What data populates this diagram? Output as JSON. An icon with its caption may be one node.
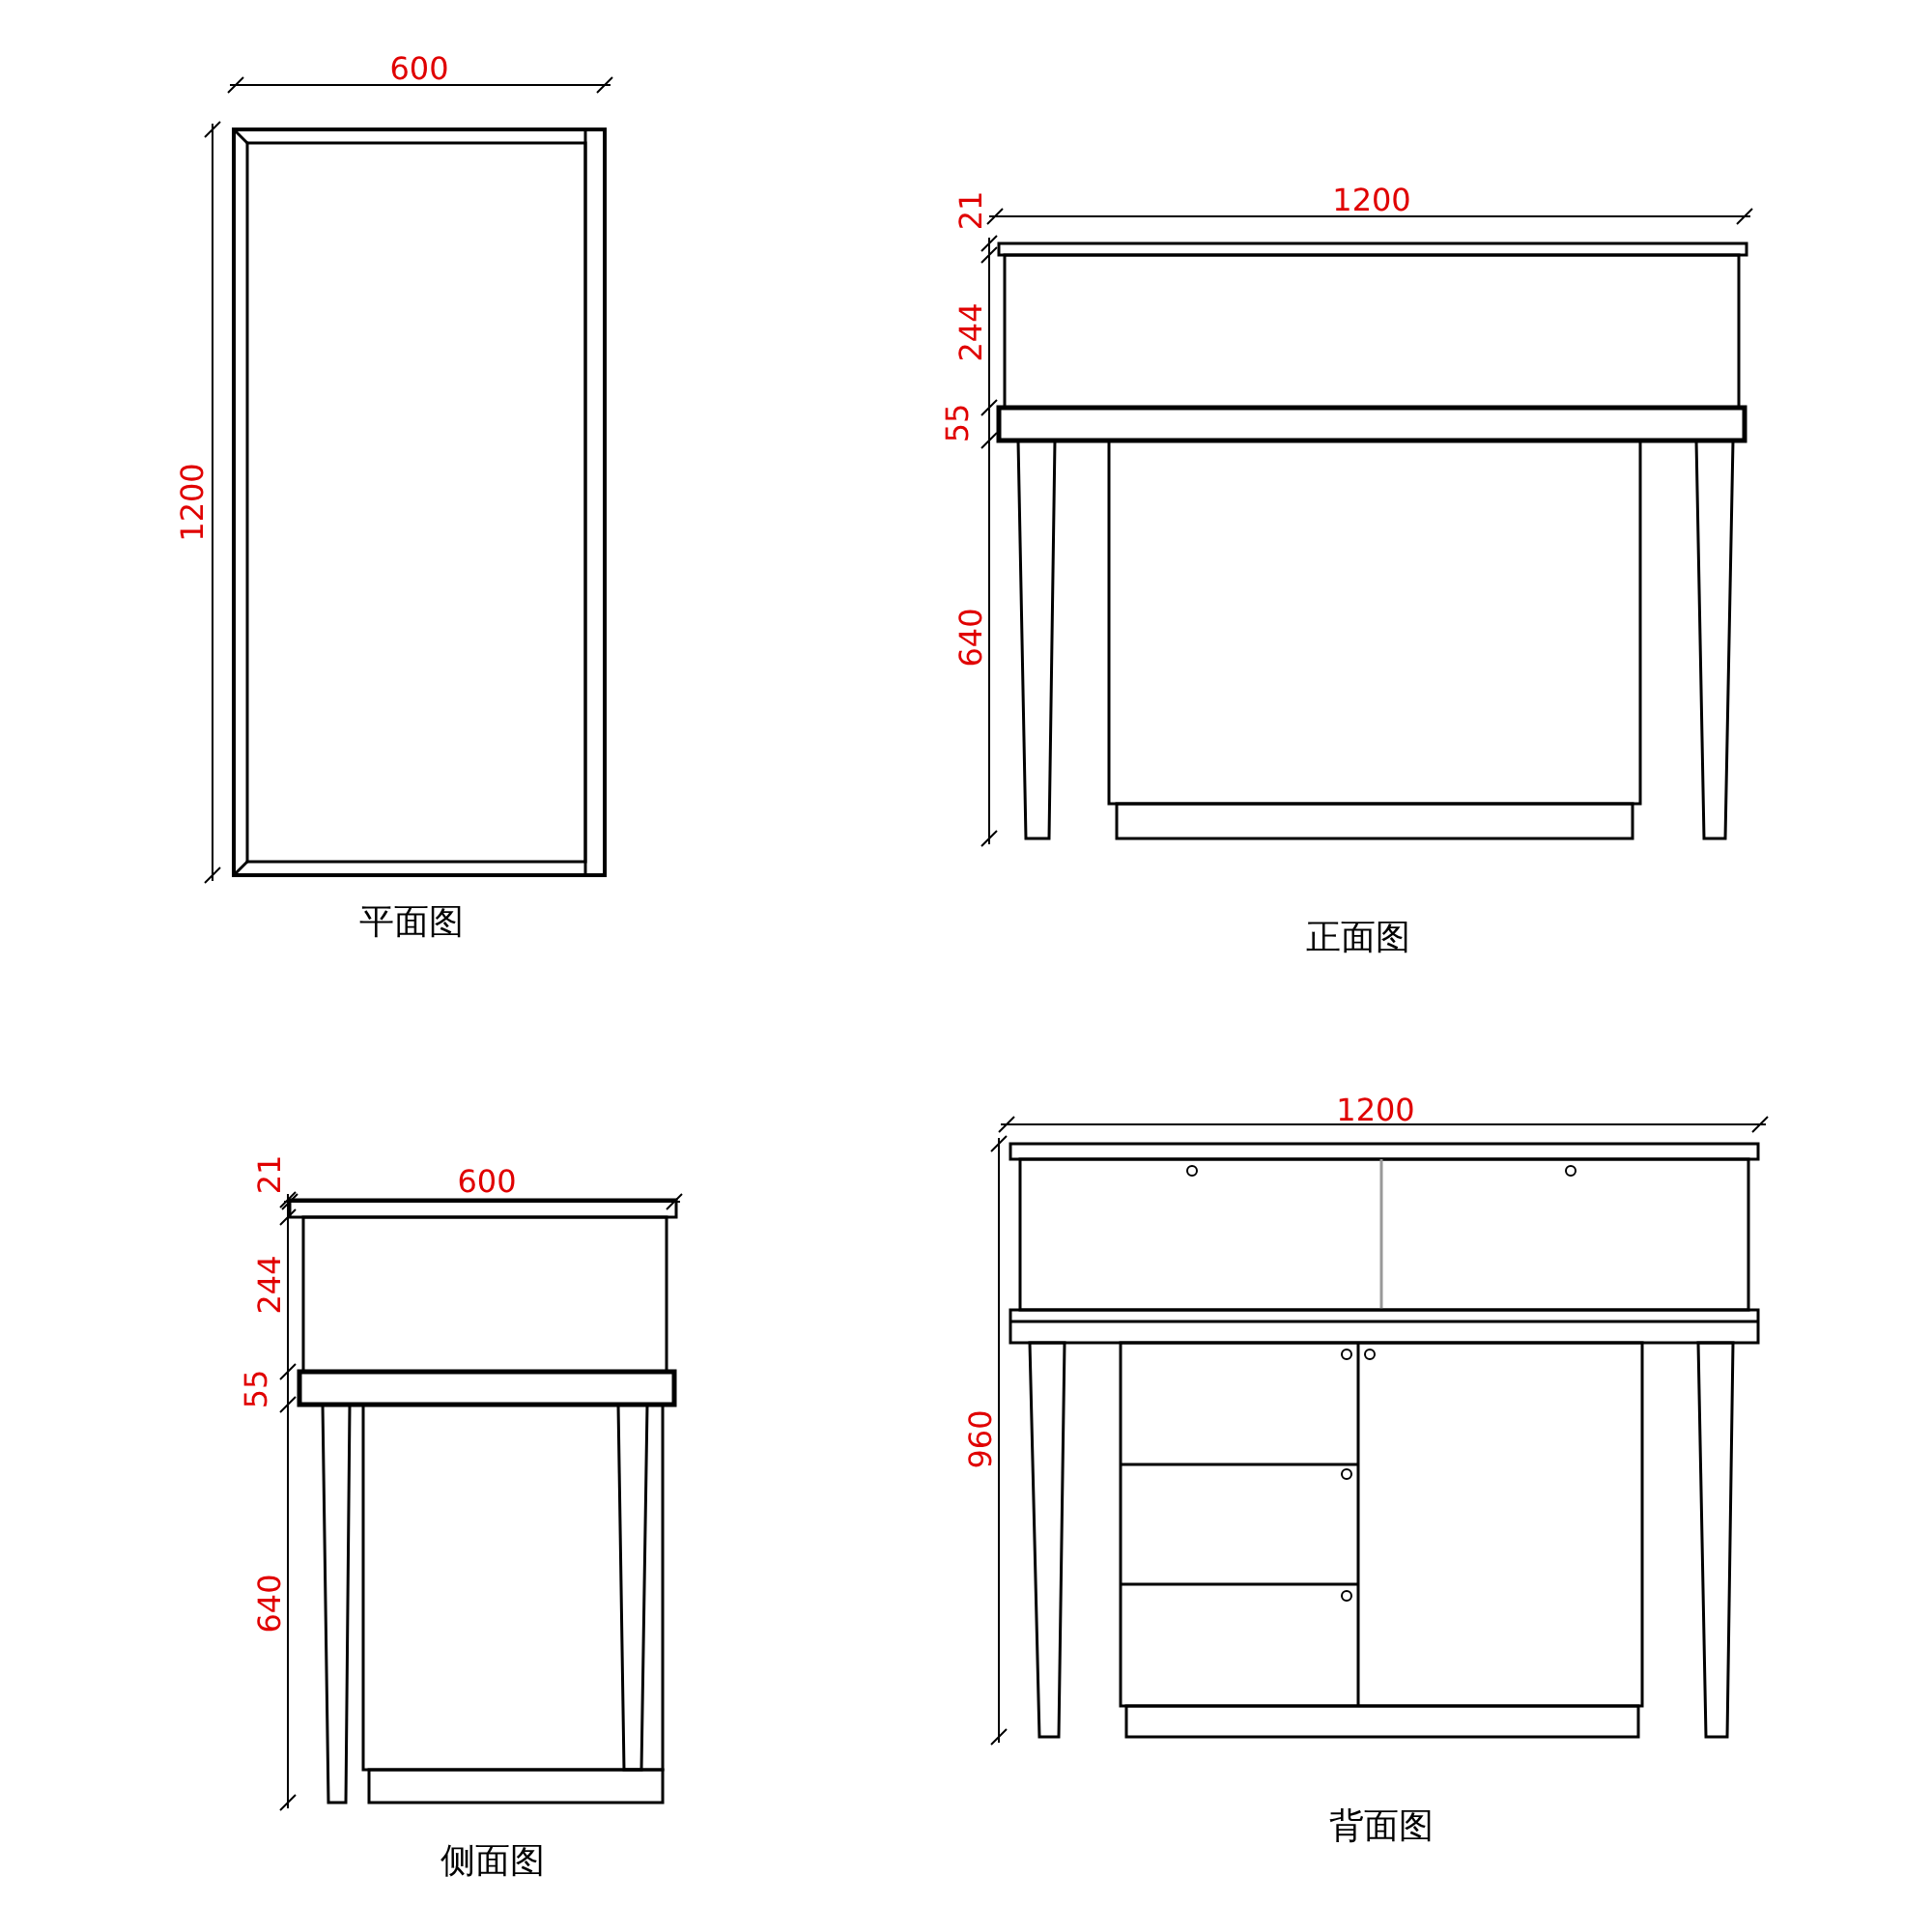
{
  "diagram": {
    "labels": [
      "600",
      "1200",
      "平面图",
      "1200",
      "21",
      "244",
      "55",
      "640",
      "正面图",
      "600",
      "21",
      "244",
      "55",
      "640",
      "侧面图",
      "1200",
      "960",
      "背面图"
    ]
  }
}
